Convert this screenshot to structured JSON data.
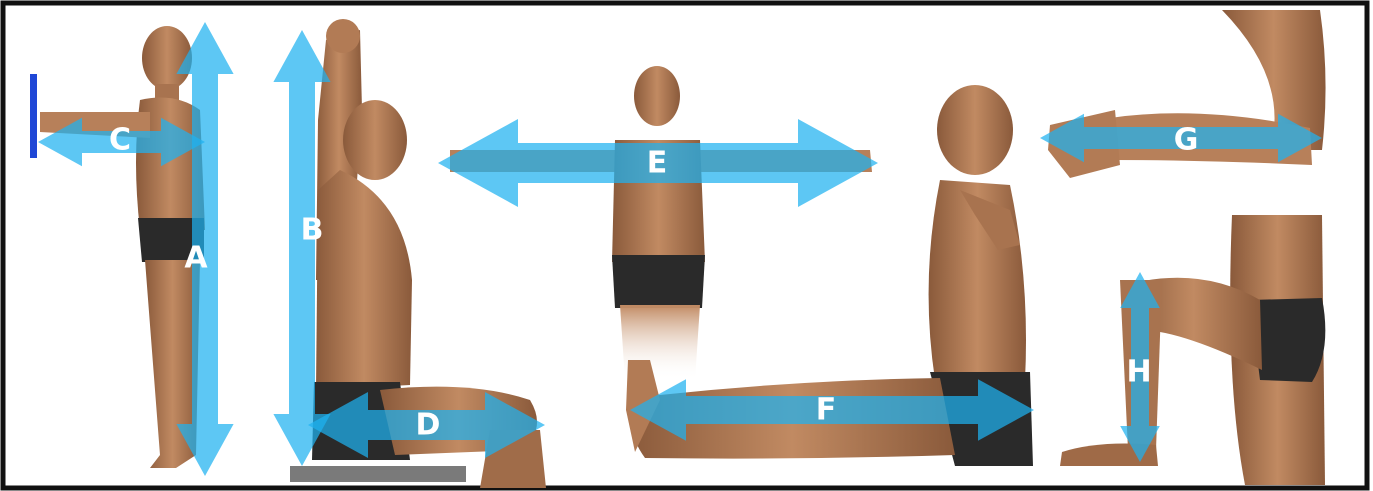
{
  "colors": {
    "arrow": "#1fb2f0",
    "arrow_dark": "#0b78c2",
    "skin": "#b9825b",
    "skin_shade": "#8c5a3a",
    "trunks": "#2a2a2a",
    "frame": "#111111",
    "rod": "#1f47d6",
    "platform": "#7a7a7a"
  },
  "measurements": [
    {
      "key": "A",
      "label": "A"
    },
    {
      "key": "B",
      "label": "B"
    },
    {
      "key": "C",
      "label": "C"
    },
    {
      "key": "D",
      "label": "D"
    },
    {
      "key": "E",
      "label": "E"
    },
    {
      "key": "F",
      "label": "F"
    },
    {
      "key": "G",
      "label": "G"
    },
    {
      "key": "H",
      "label": "H"
    }
  ]
}
